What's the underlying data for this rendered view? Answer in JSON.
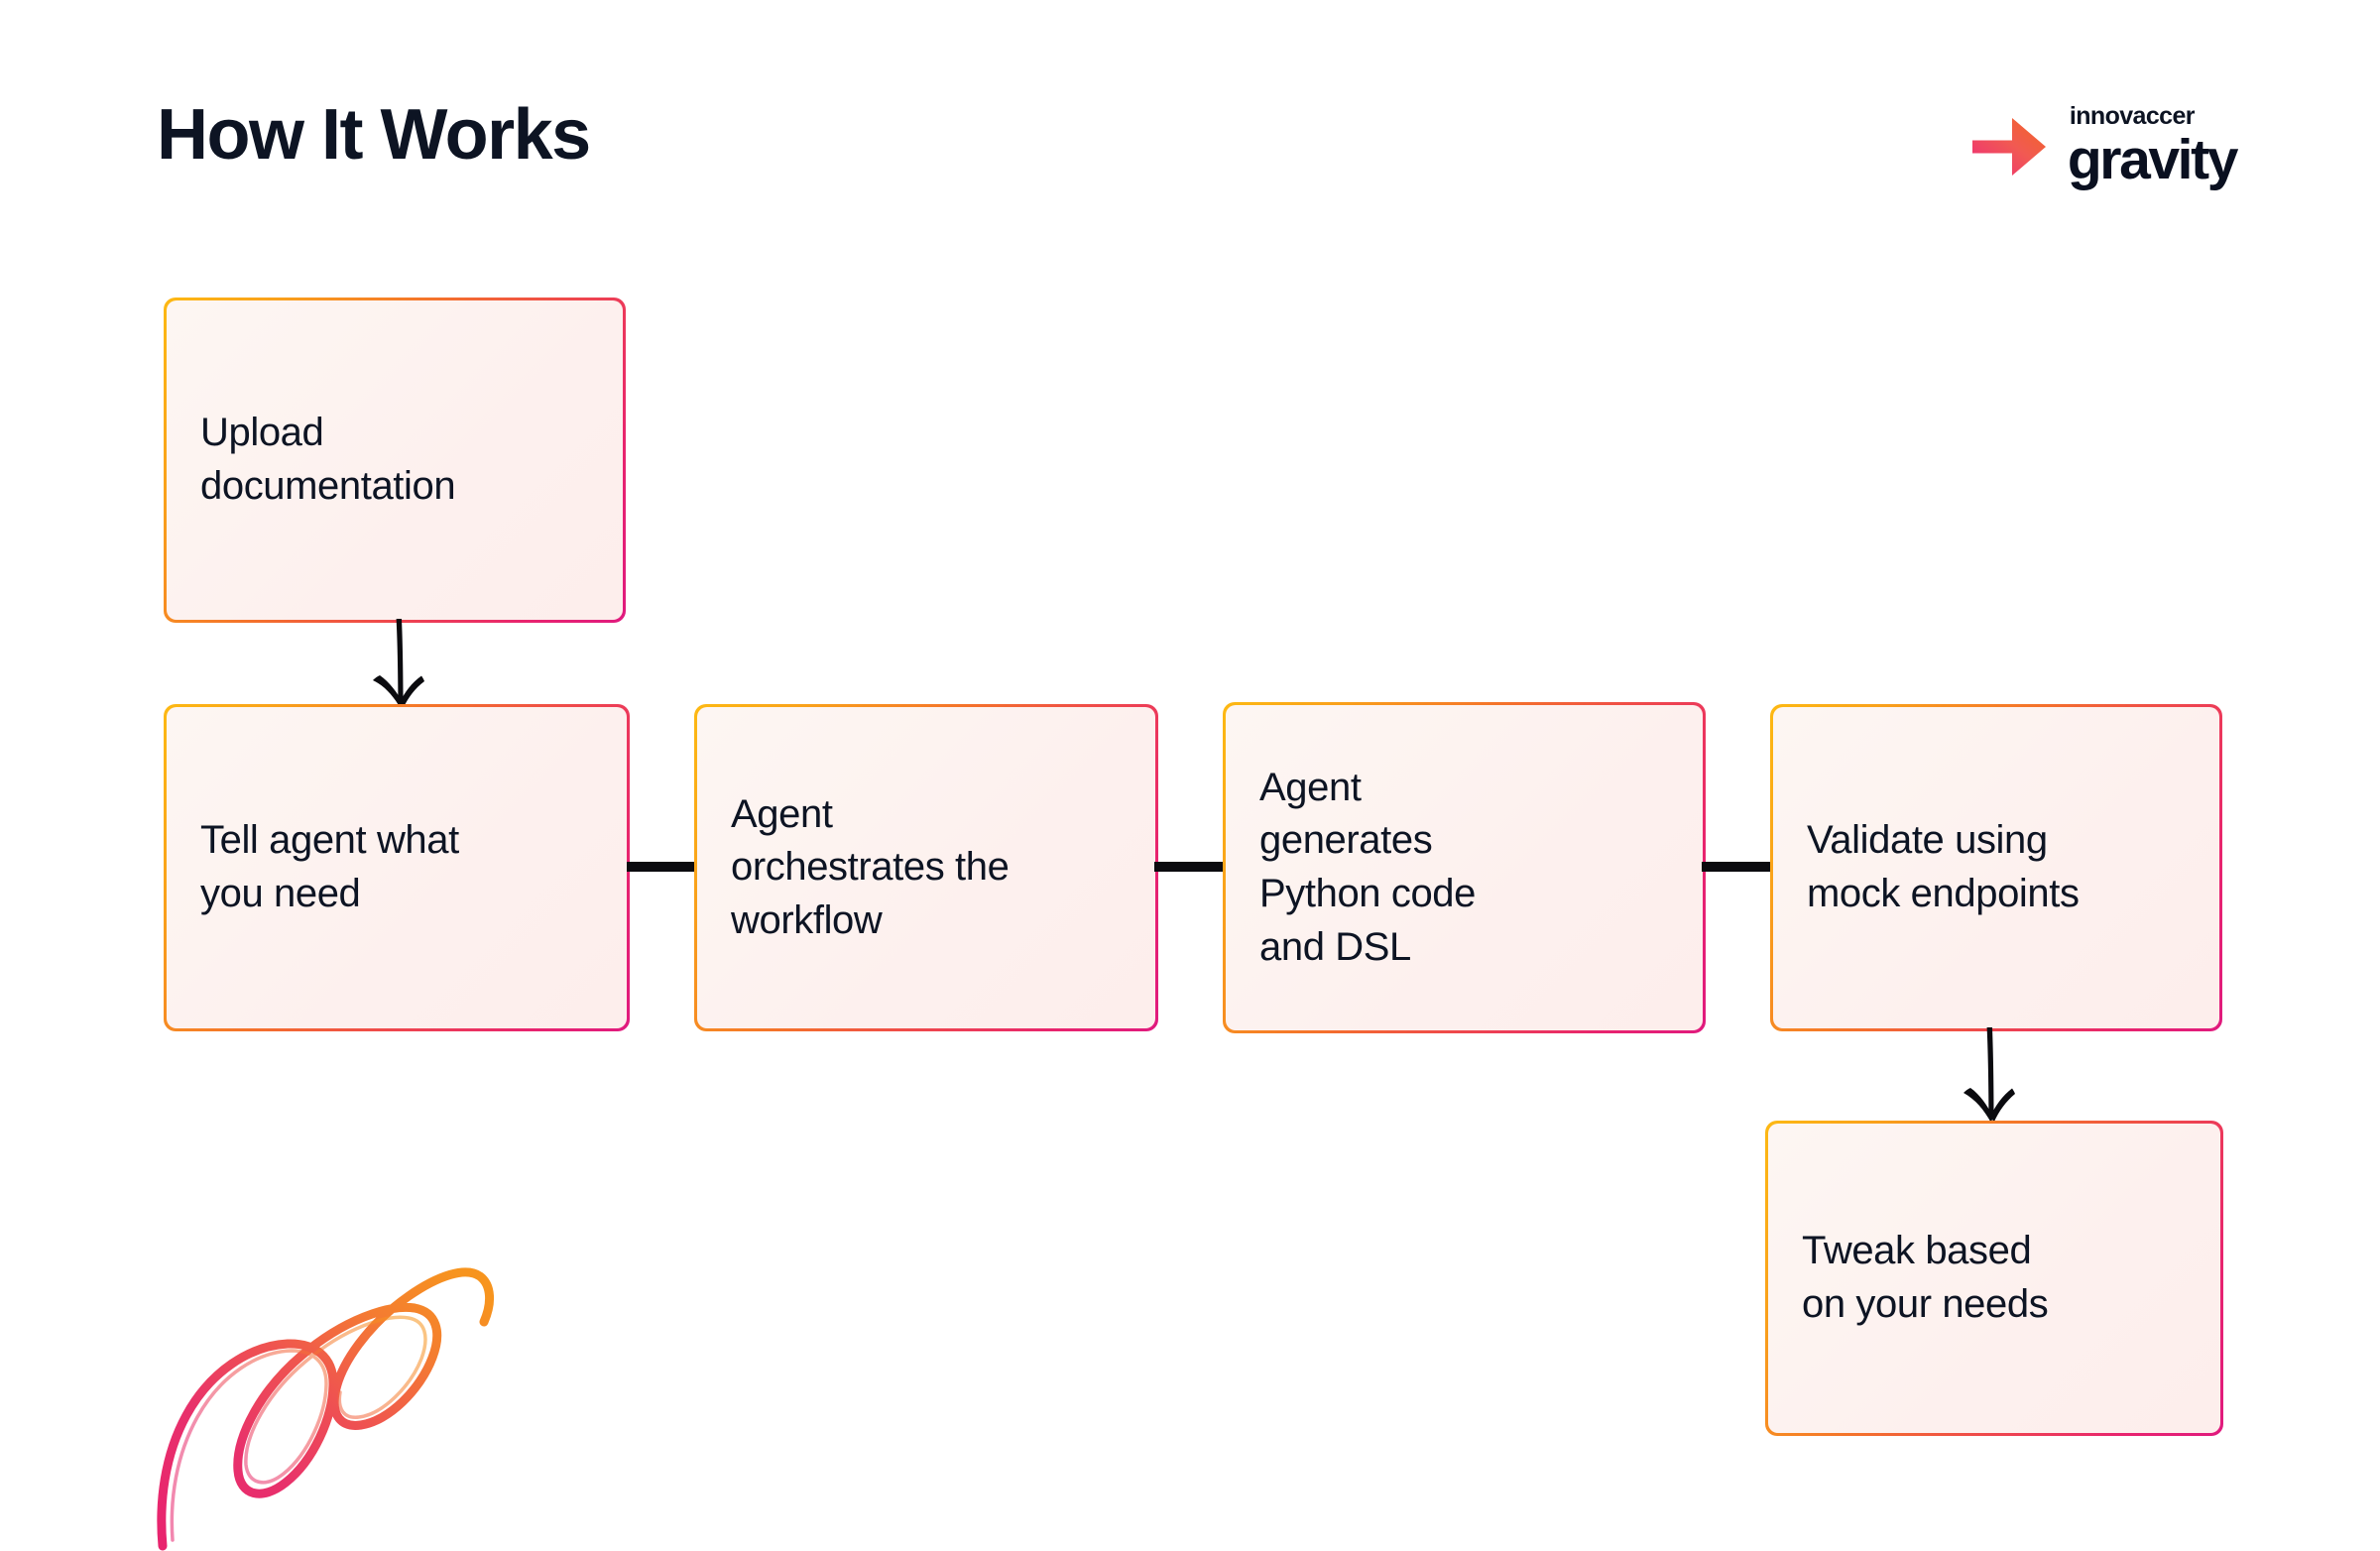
{
  "page": {
    "title": "How It Works",
    "background_color": "#ffffff",
    "text_color": "#0d1423"
  },
  "brand": {
    "logo_arrow_icon": "arrow-right-gradient-icon",
    "company": "innovaccer",
    "product": "gravity",
    "gradient_start": "#ee2a7b",
    "gradient_end": "#f26522"
  },
  "theme": {
    "box_border_gradient_start": "#fdb913",
    "box_border_gradient_mid": "#f4722b",
    "box_border_gradient_end": "#e01a7e",
    "box_fill_start": "#fdf6f3",
    "box_fill_end": "#fdeeec",
    "connector_color": "#0b0b0f"
  },
  "flow": {
    "steps": [
      {
        "id": "upload",
        "label": "Upload\ndocumentation"
      },
      {
        "id": "tell",
        "label": "Tell agent what\nyou need"
      },
      {
        "id": "orchestrate",
        "label": "Agent\norchestrates the\nworkflow"
      },
      {
        "id": "generate",
        "label": "Agent\ngenerates\nPython code\nand DSL"
      },
      {
        "id": "validate",
        "label": "Validate using\nmock endpoints"
      },
      {
        "id": "tweak",
        "label": "Tweak based\non your needs"
      }
    ],
    "connectors": [
      {
        "id": "upload-to-tell",
        "type": "arrow-down",
        "from": "upload",
        "to": "tell"
      },
      {
        "id": "tell-to-orchestrate",
        "type": "line-right",
        "from": "tell",
        "to": "orchestrate"
      },
      {
        "id": "orchestrate-to-generate",
        "type": "line-right",
        "from": "orchestrate",
        "to": "generate"
      },
      {
        "id": "generate-to-validate",
        "type": "line-right",
        "from": "generate",
        "to": "validate"
      },
      {
        "id": "validate-to-tweak",
        "type": "arrow-down",
        "from": "validate",
        "to": "tweak"
      }
    ]
  },
  "decoration": {
    "swirl_icon": "brush-swirl-decoration",
    "swirl_gradient_start": "#e8246e",
    "swirl_gradient_end": "#f7941e"
  }
}
